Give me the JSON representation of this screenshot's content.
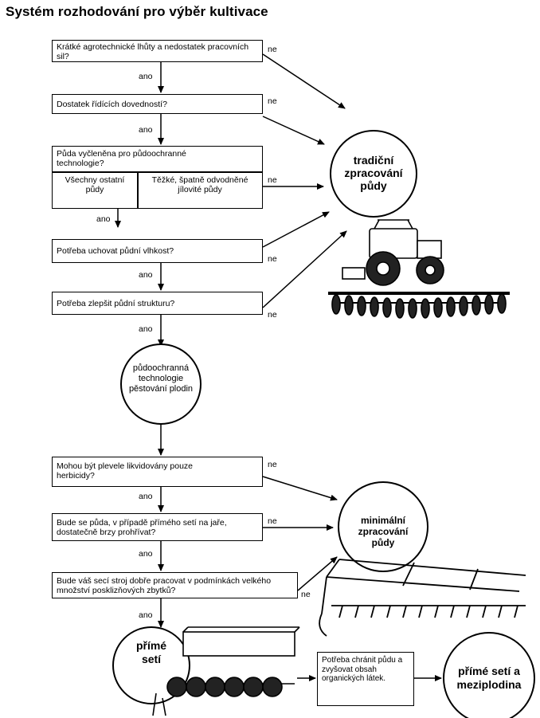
{
  "title": "Systém rozhodování pro výběr kultivace",
  "questions": {
    "q1": "Krátké agrotechnické lhůty a nedostatek pracovních sil?",
    "q2": "Dostatek řídících dovedností?",
    "q3": "Půda vyčleněna pro půdoochranné technologie?",
    "q3_left": "Všechny ostatní půdy",
    "q3_right": "Těžké, špatně odvodněné jílovité půdy",
    "q4": "Potřeba uchovat půdní vlhkost?",
    "q5": "Potřeba zlepšit půdní strukturu?",
    "q6": "Mohou být plevele likvidovány pouze herbicidy?",
    "q7": "Bude se půda, v případě přímého setí na jaře, dostatečně brzy prohřívat?",
    "q8": "Bude váš secí stroj dobře pracovat v podmínkách velkého množství posklizňových zbytků?",
    "q9": "Potřeba chránit půdu a zvyšovat obsah organických látek."
  },
  "outcomes": {
    "traditional": "tradiční zpracování půdy",
    "conservation": "půdoochranná technologie pěstování plodin",
    "minimal": "minimální zpracování půdy",
    "direct": "přímé setí",
    "direct_cover": "přímé setí a meziplodina"
  },
  "labels": {
    "yes": "ano",
    "no": "ne"
  }
}
